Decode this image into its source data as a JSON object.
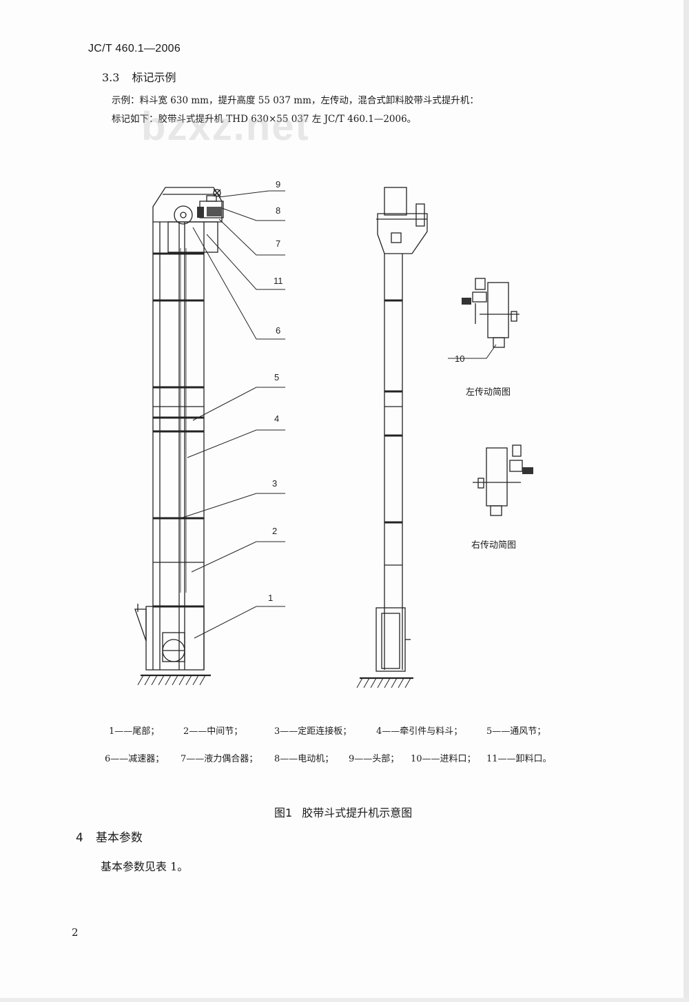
{
  "header": {
    "standard_no": "JC/T 460.1—2006"
  },
  "section_3_3": {
    "number": "3.3",
    "title": "标记示例",
    "example_line": "示例：料斗宽 630 mm，提升高度 55 037 mm，左传动，混合式卸料胶带斗式提升机：",
    "marking_line": "标记如下：胶带斗式提升机 THD 630×55 037 左 JC/T 460.1—2006。"
  },
  "watermark": "bzxz.net",
  "figure": {
    "callouts": [
      "9",
      "8",
      "7",
      "11",
      "6",
      "5",
      "4",
      "3",
      "2",
      "1",
      "10"
    ],
    "left_drive_label": "左传动简图",
    "right_drive_label": "右传动简图",
    "legend": [
      "1——尾部；",
      "2——中间节；",
      "3——定距连接板；",
      "4——牵引件与料斗；",
      "5——通风节；",
      "6——减速器；",
      "7——液力偶合器；",
      "8——电动机；",
      "9——头部；",
      "10——进料口；",
      "11——卸料口。"
    ],
    "caption_number": "图1",
    "caption_title": "胶带斗式提升机示意图"
  },
  "section_4": {
    "number": "4",
    "title": "基本参数",
    "body": "基本参数见表 1。"
  },
  "page_number": "2"
}
